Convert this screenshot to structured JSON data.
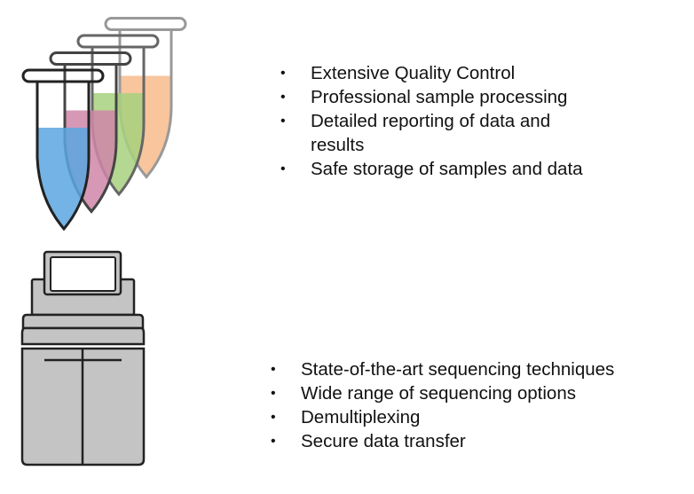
{
  "sample_list": [
    "Extensive Quality Control",
    "Professional sample processing",
    "Detailed reporting of data and results",
    "Safe storage of samples and data"
  ],
  "sequencing_list": [
    "State-of-the-art sequencing techniques",
    "Wide range of sequencing options",
    "Demultiplexing",
    "Secure data transfer"
  ],
  "tube_colors": [
    "#5aa6e0",
    "#cf86a8",
    "#a7d07e",
    "#f7bb8c"
  ],
  "machine_color": "#c4c4c4"
}
